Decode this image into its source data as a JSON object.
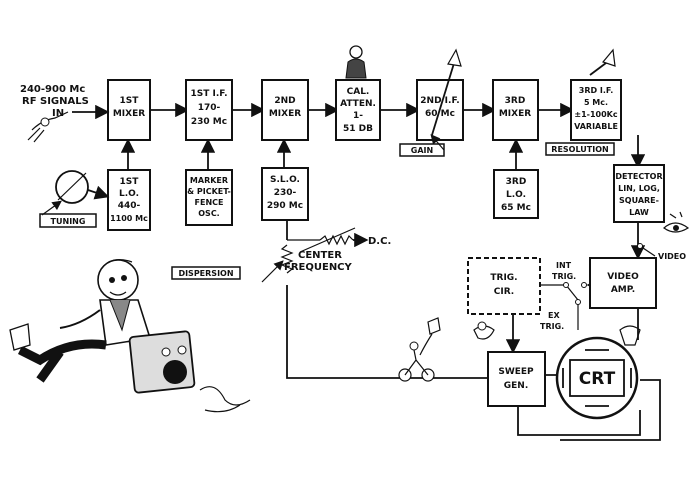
{
  "input_label": [
    "240-900 Mc",
    "RF SIGNALS",
    "IN"
  ],
  "blocks": {
    "mixer1": [
      "1ST",
      "MIXER"
    ],
    "if1": [
      "1ST I.F.",
      "170-",
      "230 Mc"
    ],
    "mixer2": [
      "2ND",
      "MIXER"
    ],
    "cal": [
      "CAL.",
      "ATTEN.",
      "1-",
      "51 DB"
    ],
    "if2": [
      "2ND I.F.",
      "60 Mc"
    ],
    "mixer3": [
      "3RD",
      "MIXER"
    ],
    "if3": [
      "3RD I.F.",
      "5 Mc.",
      "±1-100Kc",
      "VARIABLE"
    ],
    "lo1": [
      "1ST",
      "L.O.",
      "440-",
      "1100 Mc"
    ],
    "marker": [
      "MARKER",
      "& PICKET-",
      "FENCE",
      "OSC."
    ],
    "slo": [
      "S.L.O.",
      "230-",
      "290 Mc"
    ],
    "lo3": [
      "3RD",
      "L.O.",
      "65 Mc"
    ],
    "detector": [
      "DETECTOR",
      "LIN, LOG,",
      "SQUARE-",
      "LAW"
    ],
    "video_amp": [
      "VIDEO",
      "AMP."
    ],
    "trig": [
      "TRIG.",
      "CIR."
    ],
    "sweep": [
      "SWEEP",
      "GEN."
    ],
    "crt": "CRT"
  },
  "tags": {
    "tuning": "TUNING",
    "gain": "GAIN",
    "resolution": "RESOLUTION",
    "dispersion": "DISPERSION"
  },
  "labels": {
    "dc": "D.C.",
    "center_freq": [
      "CENTER",
      "FREQUENCY"
    ],
    "video": "VIDEO",
    "int_trig": [
      "INT",
      "TRIG."
    ],
    "ex_trig": [
      "EX",
      "TRIG."
    ]
  }
}
